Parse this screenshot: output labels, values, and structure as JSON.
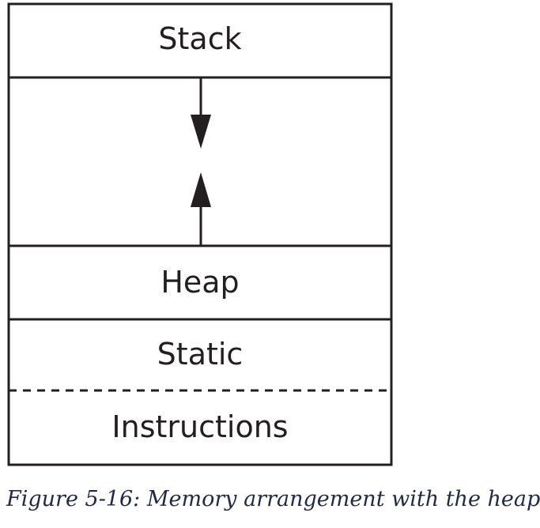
{
  "diagram": {
    "segments": {
      "stack": "Stack",
      "heap": "Heap",
      "static": "Static",
      "instructions": "Instructions"
    },
    "colors": {
      "line": "#231f20",
      "caption": "#1f2a44",
      "background": "#ffffff"
    }
  },
  "caption": "Figure 5-16: Memory arrangement with the heap"
}
